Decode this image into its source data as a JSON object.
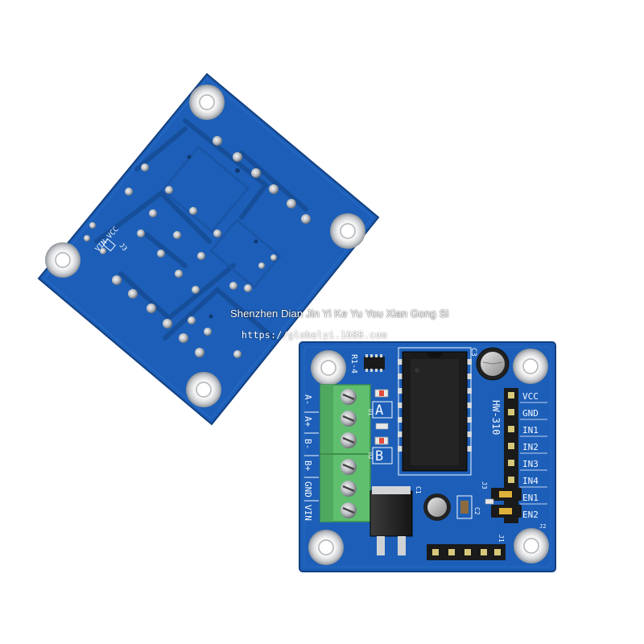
{
  "watermark": {
    "company": "Shenzhen Dian Jin Yi Ke Yu You Xian Gong Si",
    "url": "https://globalyi.1688.com"
  },
  "back_board": {
    "silk_top": "VIN-VCC",
    "silk_j3": "J3"
  },
  "front_board": {
    "model": "HW-310",
    "r_label": "R1-4",
    "c3": "C3",
    "c1": "C1",
    "c2": "C2",
    "j1": "J1",
    "j2": "J2",
    "j3": "J3",
    "d1": "D1",
    "d2": "D2",
    "channel_a": "A",
    "channel_b": "B",
    "left_labels": [
      "A-",
      "A+",
      "B-",
      "B+",
      "GND",
      "VIN"
    ],
    "right_pins": [
      "VCC",
      "GND",
      "IN1",
      "IN2",
      "IN3",
      "IN4",
      "EN1",
      "EN2"
    ]
  },
  "colors": {
    "pcb_blue": "#1d5fb8",
    "pcb_dark": "#174f9c",
    "terminal_green": "#5fbf6f",
    "header_black": "#1a1a1a"
  }
}
